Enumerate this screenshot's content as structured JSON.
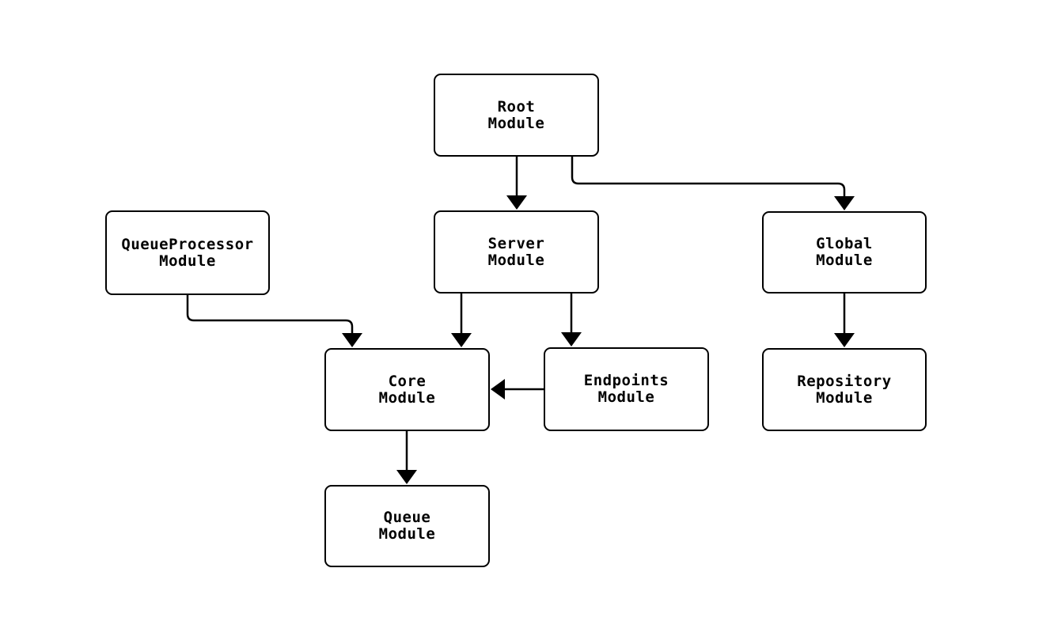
{
  "diagram": {
    "type": "flowchart",
    "background_color": "#ffffff",
    "stroke_color": "#000000",
    "nodes": [
      {
        "id": "root",
        "label": "Root\nModule"
      },
      {
        "id": "queueprocessor",
        "label": "QueueProcessor\nModule"
      },
      {
        "id": "server",
        "label": "Server\nModule"
      },
      {
        "id": "global",
        "label": "Global\nModule"
      },
      {
        "id": "core",
        "label": "Core\nModule"
      },
      {
        "id": "endpoints",
        "label": "Endpoints\nModule"
      },
      {
        "id": "repository",
        "label": "Repository\nModule"
      },
      {
        "id": "queue",
        "label": "Queue\nModule"
      }
    ],
    "edges": [
      {
        "from": "root",
        "to": "server"
      },
      {
        "from": "root",
        "to": "global"
      },
      {
        "from": "queueprocessor",
        "to": "core"
      },
      {
        "from": "server",
        "to": "core"
      },
      {
        "from": "server",
        "to": "endpoints"
      },
      {
        "from": "endpoints",
        "to": "core"
      },
      {
        "from": "global",
        "to": "repository"
      },
      {
        "from": "core",
        "to": "queue"
      }
    ]
  }
}
